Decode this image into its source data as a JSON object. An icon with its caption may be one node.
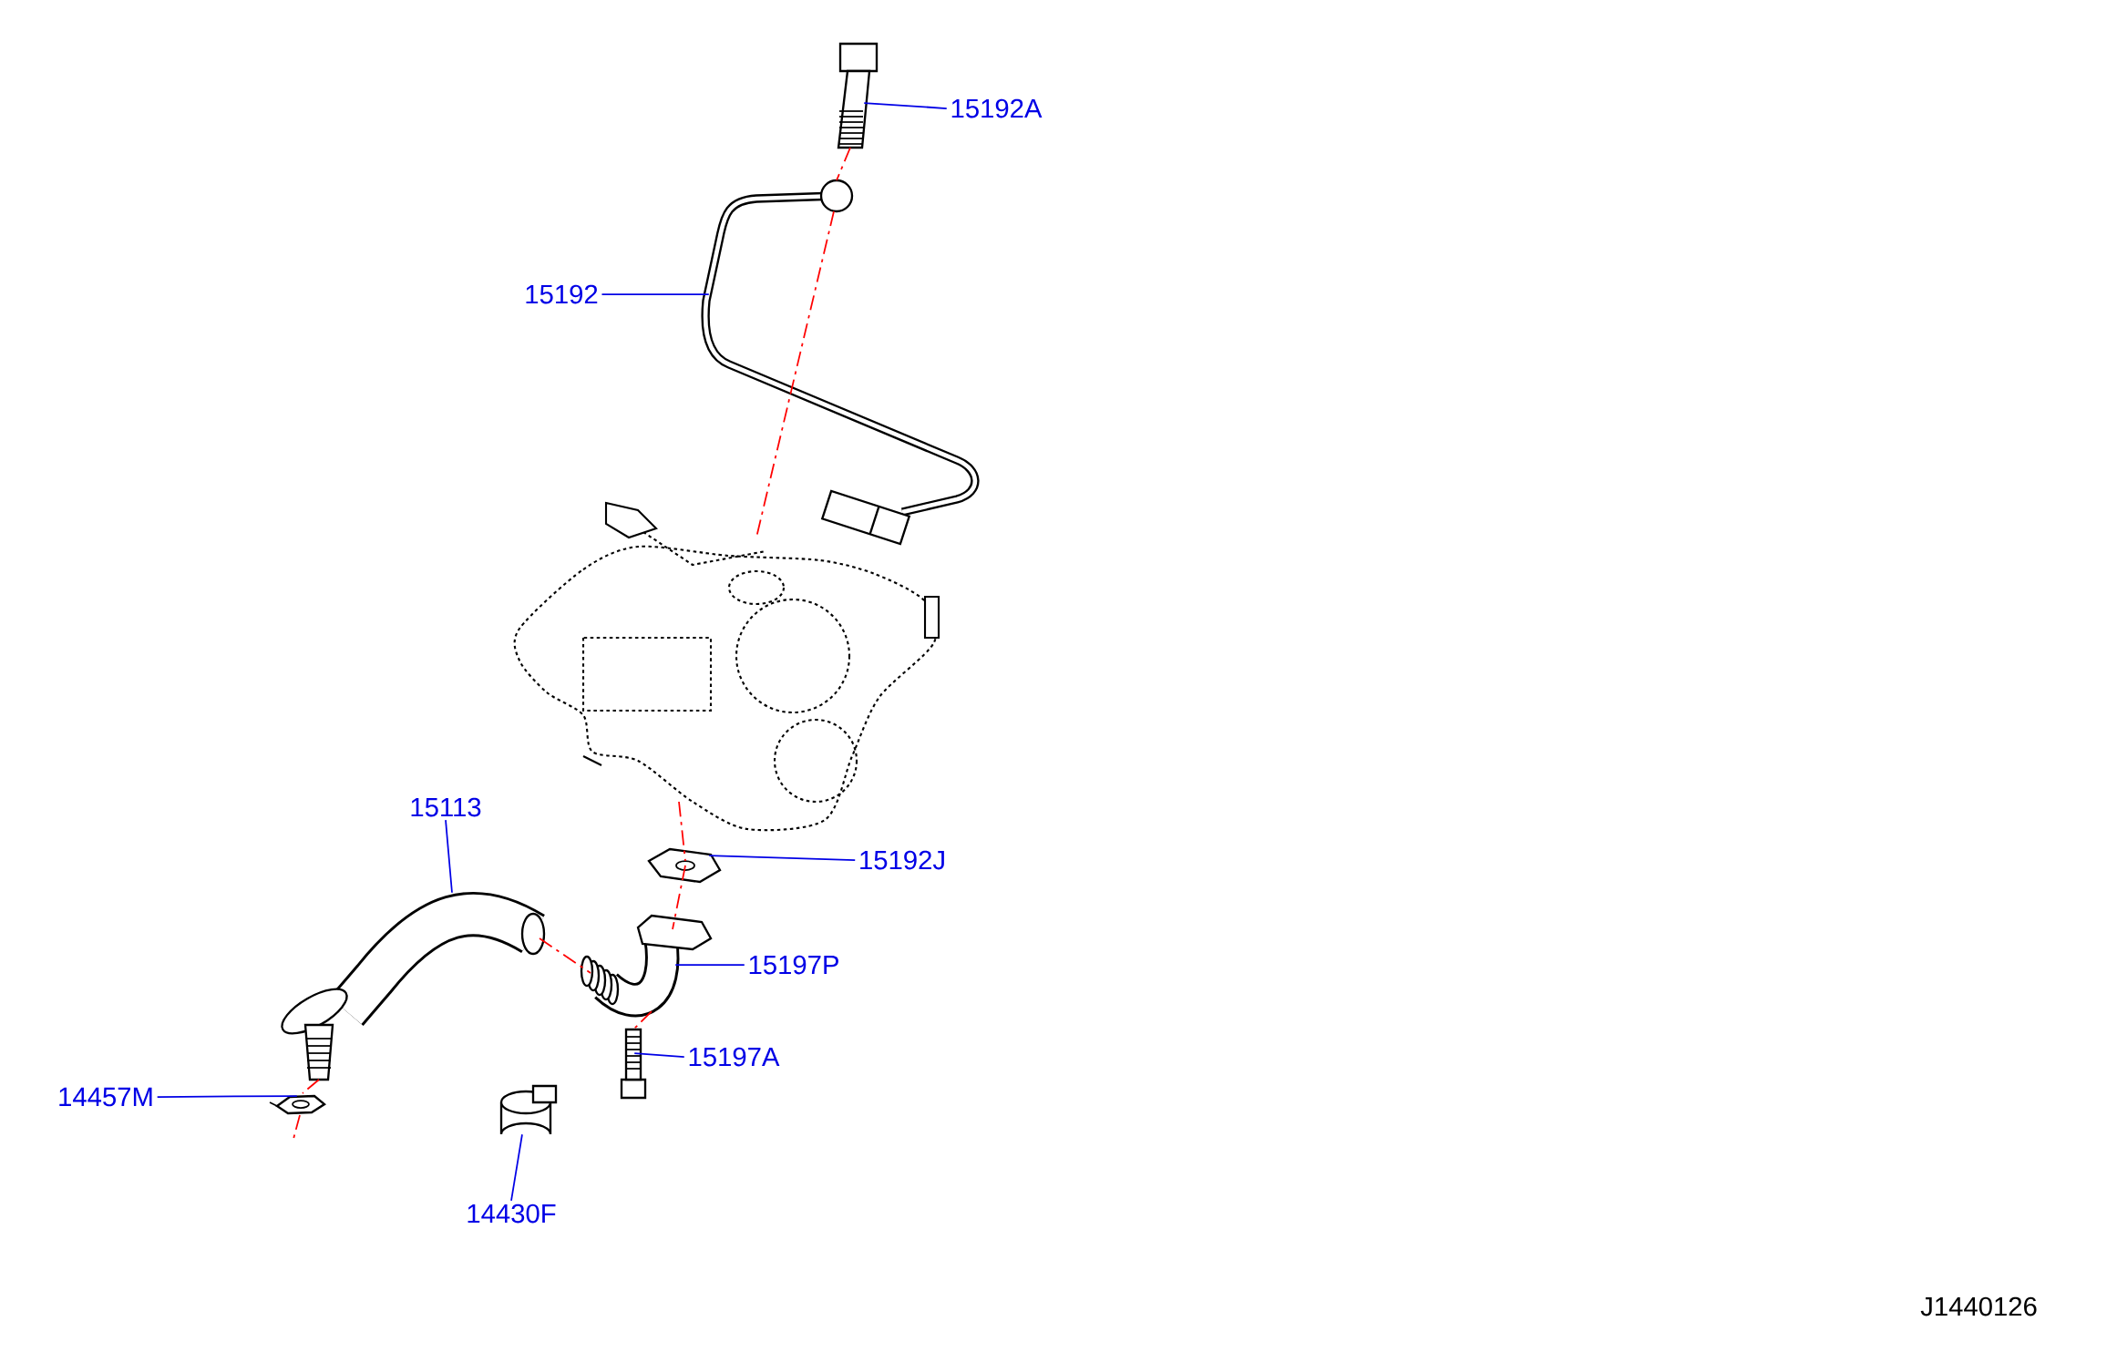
{
  "diagram": {
    "nodes": [
      {
        "text": [
          "15192A"
        ]
      },
      {
        "text": [],
        "shape": "picture"
      },
      {
        "text": [
          "15192"
        ]
      },
      {
        "text": [],
        "shape": "picture"
      },
      {
        "text": [
          "15113"
        ]
      },
      {
        "text": [],
        "shape": "picture"
      },
      {
        "text": [
          "15192J"
        ]
      },
      {
        "text": [],
        "shape": "picture"
      },
      {
        "text": [
          "15197P"
        ]
      },
      {
        "text": [],
        "shape": "picture"
      },
      {
        "text": [
          "15197A"
        ]
      },
      {
        "text": [],
        "shape": "picture"
      },
      {
        "text": [
          "14457M"
        ]
      },
      {
        "text": [],
        "shape": "picture"
      },
      {
        "text": [
          "14430F"
        ]
      },
      {
        "text": [],
        "shape": "picture"
      },
      {
        "text": [],
        "shape": "picture"
      }
    ],
    "edges": [
      {
        "from": 0,
        "to": 1,
        "arrow": "none"
      },
      {
        "from": 2,
        "to": 3,
        "arrow": "none"
      },
      {
        "from": 4,
        "to": 5,
        "arrow": "none"
      },
      {
        "from": 6,
        "to": 7,
        "arrow": "none"
      },
      {
        "from": 8,
        "to": 9,
        "arrow": "none"
      },
      {
        "from": 10,
        "to": 11,
        "arrow": "none"
      },
      {
        "from": 12,
        "to": 13,
        "arrow": "none"
      },
      {
        "from": 14,
        "to": 15,
        "arrow": "none"
      },
      {
        "from": 1,
        "to": 3,
        "arrow": "none",
        "style": "dashed",
        "color": "#ff0000"
      },
      {
        "from": 3,
        "to": 16,
        "arrow": "none",
        "style": "dashed",
        "color": "#ff0000"
      },
      {
        "from": 16,
        "to": 7,
        "arrow": "none",
        "style": "dashed",
        "color": "#ff0000"
      },
      {
        "from": 7,
        "to": 9,
        "arrow": "none",
        "style": "dashed",
        "color": "#ff0000"
      },
      {
        "from": 9,
        "to": 11,
        "arrow": "none",
        "style": "dashed",
        "color": "#ff0000"
      },
      {
        "from": 5,
        "to": 9,
        "arrow": "none",
        "style": "dashed",
        "color": "#ff0000"
      },
      {
        "from": 5,
        "to": 13,
        "arrow": "none",
        "style": "dashed",
        "color": "#ff0000"
      }
    ],
    "labels": [
      "J1440126"
    ]
  }
}
